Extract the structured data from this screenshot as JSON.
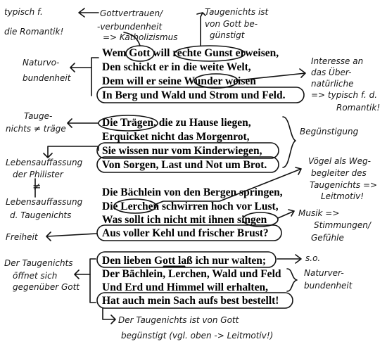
{
  "poem": {
    "stanza1": [
      "Wem Gott will rechte Gunst erweisen,",
      "Den schickt er in die weite Welt,",
      "Dem will er seine Wunder weisen",
      "In Berg und Wald und Strom und Feld."
    ],
    "stanza2": [
      "Die Trägen, die zu Hause liegen,",
      "Erquicket nicht das Morgenrot,",
      "Sie wissen nur vom Kinderwiegen,",
      "Von Sorgen, Last und Not um Brot."
    ],
    "stanza3": [
      "Die Bächlein von den Bergen springen,",
      "Die Lerchen schwirren hoch vor Lust,",
      "Was sollt ich nicht mit ihnen singen",
      "Aus voller Kehl und frischer Brust?"
    ],
    "stanza4": [
      "Den lieben Gott laß ich nur walten;",
      "Der Bächlein, Lerchen, Wald und Feld",
      "Und Erd und Himmel will erhalten,",
      "Hat auch mein Sach aufs best bestellt!"
    ]
  },
  "notes": {
    "typisch": "typisch f.",
    "romantik": "die Romantik!",
    "gottvertrauen": "Gottvertrauen/",
    "verbundenheit": "-verbundenheit",
    "katholizismus": "=> Katholizismus",
    "taugenichts_top_1": "Taugenichts ist",
    "taugenichts_top_2": "von Gott be-",
    "taugenichts_top_3": "günstigt",
    "naturverbundenheit_1": "Naturvo-",
    "naturverbundenheit_2": "bundenheit",
    "interesse_1": "Interesse an",
    "interesse_2": "das Über-",
    "interesse_3": "natürliche",
    "interesse_4": "=> typisch f. d.",
    "interesse_5": "Romantik!",
    "taugenichts_traege_1": "Tauge-",
    "taugenichts_traege_2": "nichts ≠ träge",
    "beguenstigung": "Begünstigung",
    "lebensauffassung_1": "Lebensauffassung",
    "lebensauffassung_2": "der Philister",
    "not_equal": "≠",
    "lebensauffassung_3": "Lebensauffassung",
    "lebensauffassung_4": "d. Taugenichts",
    "voegel_1": "Vögel als Weg-",
    "voegel_2": "begleiter des",
    "voegel_3": "Taugenichts =>",
    "voegel_4": "Leitmotiv!",
    "musik_1": "Musik =>",
    "musik_2": "Stimmungen/",
    "musik_3": "Gefühle",
    "freiheit": "Freiheit",
    "oeffnet_1": "Der Taugenichts",
    "oeffnet_2": "öffnet sich",
    "oeffnet_3": "gegenüber Gott",
    "so": "s.o.",
    "naturverbundenheit_b_1": "Naturver-",
    "naturverbundenheit_b_2": "bundenheit",
    "bottom_1": "Der Taugenichts ist von Gott",
    "bottom_2": "begünstigt (vgl. oben -> Leitmotiv!)"
  }
}
